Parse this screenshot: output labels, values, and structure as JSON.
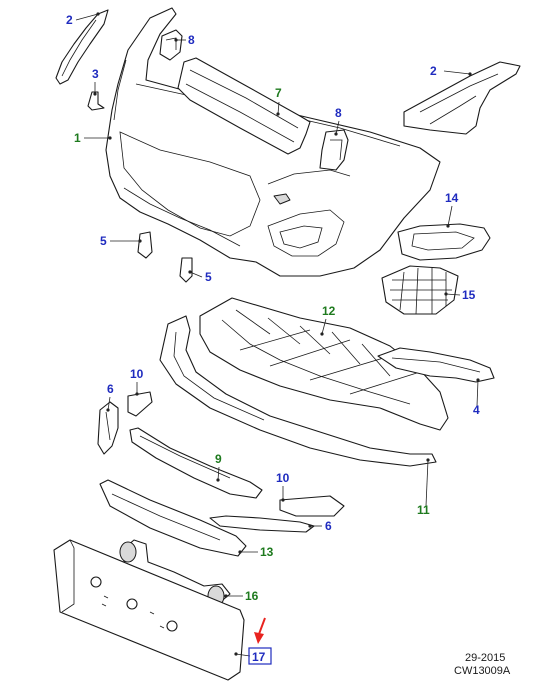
{
  "colors": {
    "callout_blue": "#1f2bbf",
    "callout_green": "#1e7a1e",
    "highlight_arrow": "#e8231f"
  },
  "callouts": [
    {
      "id": "c2a",
      "label": "2",
      "color": "blue"
    },
    {
      "id": "c8a",
      "label": "8",
      "color": "blue"
    },
    {
      "id": "c3",
      "label": "3",
      "color": "blue"
    },
    {
      "id": "c2b",
      "label": "2",
      "color": "blue"
    },
    {
      "id": "c7",
      "label": "7",
      "color": "green"
    },
    {
      "id": "c1",
      "label": "1",
      "color": "green"
    },
    {
      "id": "c8b",
      "label": "8",
      "color": "blue"
    },
    {
      "id": "c14",
      "label": "14",
      "color": "blue"
    },
    {
      "id": "c5a",
      "label": "5",
      "color": "blue"
    },
    {
      "id": "c5b",
      "label": "5",
      "color": "blue"
    },
    {
      "id": "c15",
      "label": "15",
      "color": "blue"
    },
    {
      "id": "c12",
      "label": "12",
      "color": "green"
    },
    {
      "id": "c6a",
      "label": "6",
      "color": "blue"
    },
    {
      "id": "c10a",
      "label": "10",
      "color": "blue"
    },
    {
      "id": "c4",
      "label": "4",
      "color": "blue"
    },
    {
      "id": "c9",
      "label": "9",
      "color": "green"
    },
    {
      "id": "c10b",
      "label": "10",
      "color": "blue"
    },
    {
      "id": "c11",
      "label": "11",
      "color": "green"
    },
    {
      "id": "c6b",
      "label": "6",
      "color": "blue"
    },
    {
      "id": "c13",
      "label": "13",
      "color": "green"
    },
    {
      "id": "c16",
      "label": "16",
      "color": "green"
    },
    {
      "id": "c17",
      "label": "17",
      "color": "blue",
      "boxed": true
    }
  ],
  "footer": {
    "date_code": "29-2015",
    "drawing_ref": "CW13009A"
  }
}
